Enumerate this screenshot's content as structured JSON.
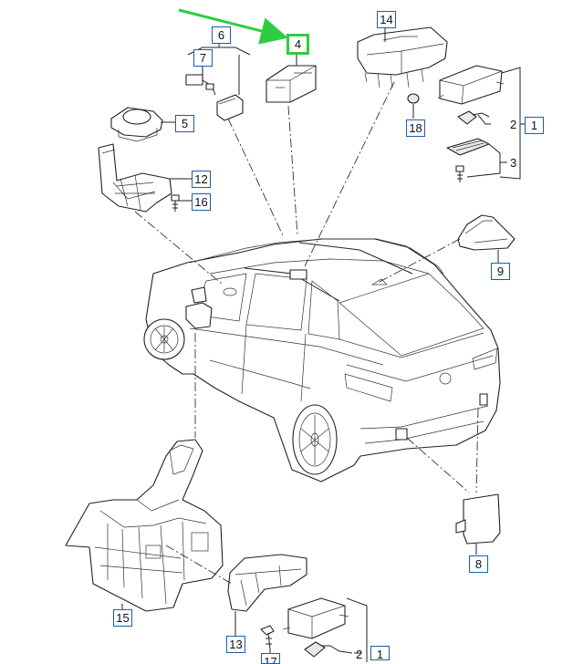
{
  "callouts": {
    "c1_top": "1",
    "c2_top": "2",
    "c3": "3",
    "c4": "4",
    "c5": "5",
    "c6": "6",
    "c7": "7",
    "c8": "8",
    "c9": "9",
    "c12": "12",
    "c13": "13",
    "c14": "14",
    "c15": "15",
    "c16": "16",
    "c17": "17",
    "c18": "18",
    "c1_bottom": "1",
    "c2_bottom": "2"
  },
  "colors": {
    "callout_border": "#1a5ea8",
    "highlight": "#2ecc40",
    "arrow": "#2ecc40",
    "line": "#222222"
  },
  "highlighted_part": "4"
}
